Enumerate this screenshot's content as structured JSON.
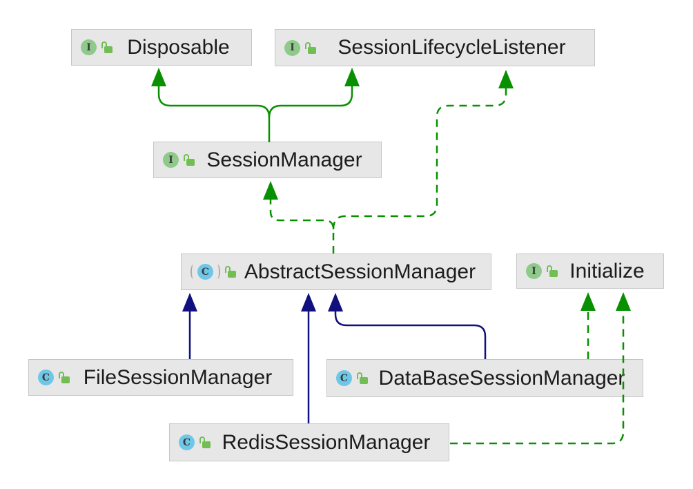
{
  "diagram": {
    "background_color": "#ffffff",
    "colors": {
      "node_background": "#e7e7e7",
      "node_border": "#c6c6c6",
      "node_text": "#1c1c1c",
      "interface_icon_green": "#8fc98b",
      "class_icon_blue": "#6ec7e6",
      "abstract_paren_gray": "#a9a9a9",
      "public_lock_green": "#72be55",
      "interface_edge_green": "#089000",
      "class_extends_edge_navy": "#10107f"
    },
    "nodes": [
      {
        "id": "disposable",
        "label": "Disposable",
        "kind": "interface",
        "icon_letter": "I",
        "visibility": "public"
      },
      {
        "id": "session-lifecycle-listener",
        "label": "SessionLifecycleListener",
        "kind": "interface",
        "icon_letter": "I",
        "visibility": "public"
      },
      {
        "id": "session-manager",
        "label": "SessionManager",
        "kind": "interface",
        "icon_letter": "I",
        "visibility": "public"
      },
      {
        "id": "abstract-session-manager",
        "label": "AbstractSessionManager",
        "kind": "abstract-class",
        "icon_letter": "C",
        "visibility": "public"
      },
      {
        "id": "initialize",
        "label": "Initialize",
        "kind": "interface",
        "icon_letter": "I",
        "visibility": "public"
      },
      {
        "id": "file-session-manager",
        "label": "FileSessionManager",
        "kind": "class",
        "icon_letter": "C",
        "visibility": "public"
      },
      {
        "id": "database-session-manager",
        "label": "DataBaseSessionManager",
        "kind": "class",
        "icon_letter": "C",
        "visibility": "public"
      },
      {
        "id": "redis-session-manager",
        "label": "RedisSessionManager",
        "kind": "class",
        "icon_letter": "C",
        "visibility": "public"
      }
    ],
    "edges": [
      {
        "from": "SessionManager",
        "to": "Disposable",
        "relation": "extends",
        "style": "solid-green"
      },
      {
        "from": "SessionManager",
        "to": "SessionLifecycleListener",
        "relation": "extends",
        "style": "solid-green"
      },
      {
        "from": "AbstractSessionManager",
        "to": "SessionManager",
        "relation": "implements",
        "style": "dashed-green"
      },
      {
        "from": "AbstractSessionManager",
        "to": "SessionLifecycleListener",
        "relation": "implements",
        "style": "dashed-green"
      },
      {
        "from": "FileSessionManager",
        "to": "AbstractSessionManager",
        "relation": "extends",
        "style": "solid-navy"
      },
      {
        "from": "RedisSessionManager",
        "to": "AbstractSessionManager",
        "relation": "extends",
        "style": "solid-navy"
      },
      {
        "from": "DataBaseSessionManager",
        "to": "AbstractSessionManager",
        "relation": "extends",
        "style": "solid-navy"
      },
      {
        "from": "DataBaseSessionManager",
        "to": "Initialize",
        "relation": "implements",
        "style": "dashed-green"
      },
      {
        "from": "RedisSessionManager",
        "to": "Initialize",
        "relation": "implements",
        "style": "dashed-green"
      }
    ]
  }
}
